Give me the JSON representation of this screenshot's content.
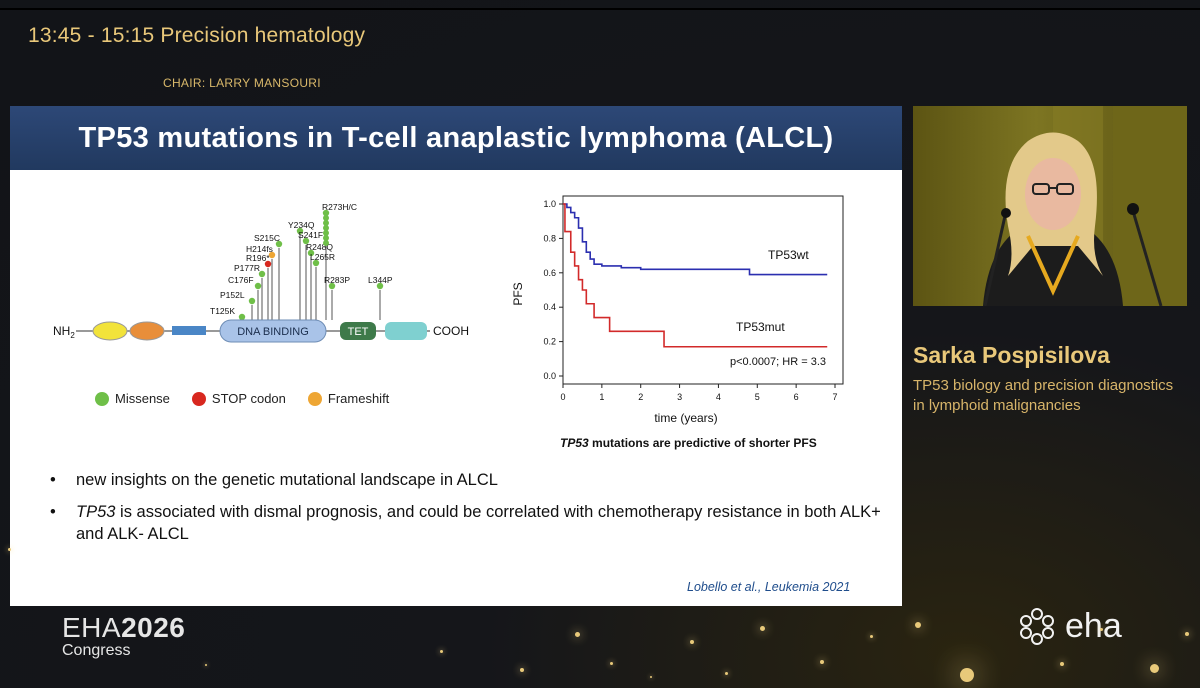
{
  "session": {
    "title": "13:45 - 15:15  Precision hematology",
    "chair": "CHAIR: LARRY MANSOURI"
  },
  "slide": {
    "title": "TP53 mutations in T-cell anaplastic lymphoma (ALCL)",
    "diagram": {
      "nh2": "NH",
      "nh2_sub": "2",
      "cooh": "COOH",
      "domain_dna": "DNA BINDING",
      "domain_tet": "TET",
      "mutations": [
        "T125K",
        "P152L",
        "C176F",
        "P177R",
        "R196*",
        "H214fs",
        "S215C",
        "Y234Q",
        "S241F",
        "R248Q",
        "L265R",
        "R273H/C",
        "R283P",
        "L344P"
      ]
    },
    "legend": [
      {
        "label": "Missense",
        "color": "#6fbf48"
      },
      {
        "label": "STOP codon",
        "color": "#d8281f"
      },
      {
        "label": "Frameshift",
        "color": "#eea634"
      }
    ],
    "chart_data": {
      "type": "line",
      "xlabel": "time (years)",
      "ylabel": "PFS",
      "xlim": [
        0,
        7
      ],
      "ylim": [
        0,
        1.0
      ],
      "xticks": [
        "0",
        "1",
        "2",
        "3",
        "4",
        "5",
        "6",
        "7"
      ],
      "yticks": [
        "0.0",
        "0.2",
        "0.4",
        "0.6",
        "0.8",
        "1.0"
      ],
      "series": [
        {
          "name": "TP53wt",
          "color": "#2b2fb0",
          "points": [
            [
              0,
              1.0
            ],
            [
              0.1,
              0.98
            ],
            [
              0.2,
              0.95
            ],
            [
              0.3,
              0.92
            ],
            [
              0.4,
              0.86
            ],
            [
              0.5,
              0.78
            ],
            [
              0.6,
              0.72
            ],
            [
              0.7,
              0.68
            ],
            [
              0.8,
              0.65
            ],
            [
              1.0,
              0.64
            ],
            [
              1.3,
              0.64
            ],
            [
              1.5,
              0.63
            ],
            [
              2.0,
              0.62
            ],
            [
              4.7,
              0.62
            ],
            [
              4.8,
              0.59
            ],
            [
              6.8,
              0.59
            ]
          ]
        },
        {
          "name": "TP53mut",
          "color": "#d22a2a",
          "points": [
            [
              0,
              1.0
            ],
            [
              0.05,
              0.84
            ],
            [
              0.2,
              0.72
            ],
            [
              0.3,
              0.64
            ],
            [
              0.4,
              0.56
            ],
            [
              0.5,
              0.5
            ],
            [
              0.6,
              0.42
            ],
            [
              0.8,
              0.34
            ],
            [
              1.2,
              0.26
            ],
            [
              2.6,
              0.17
            ],
            [
              6.8,
              0.17
            ]
          ]
        }
      ],
      "annotation": "p<0.0007; HR = 3.3"
    },
    "caption_italic": "TP53",
    "caption_rest": " mutations are predictive of shorter PFS",
    "bullets": [
      {
        "italic": "",
        "text": "new insights on the genetic mutational landscape in ALCL"
      },
      {
        "italic": "TP53",
        "text": " is associated with dismal prognosis, and could be correlated with chemotherapy resistance in both ALK+ and ALK- ALCL"
      }
    ],
    "citation": "Lobello et al., Leukemia 2021"
  },
  "speaker": {
    "name": "Sarka Pospisilova",
    "topic": "TP53 biology and precision diagnostics in lymphoid malignancies"
  },
  "footer": {
    "eha_prefix": "EHA",
    "eha_year": "2026",
    "congress": "Congress",
    "logo_text": "eha"
  },
  "colors": {
    "accent_gold": "#e9c87a",
    "slide_header": "#2d4877",
    "background": "#121418"
  }
}
